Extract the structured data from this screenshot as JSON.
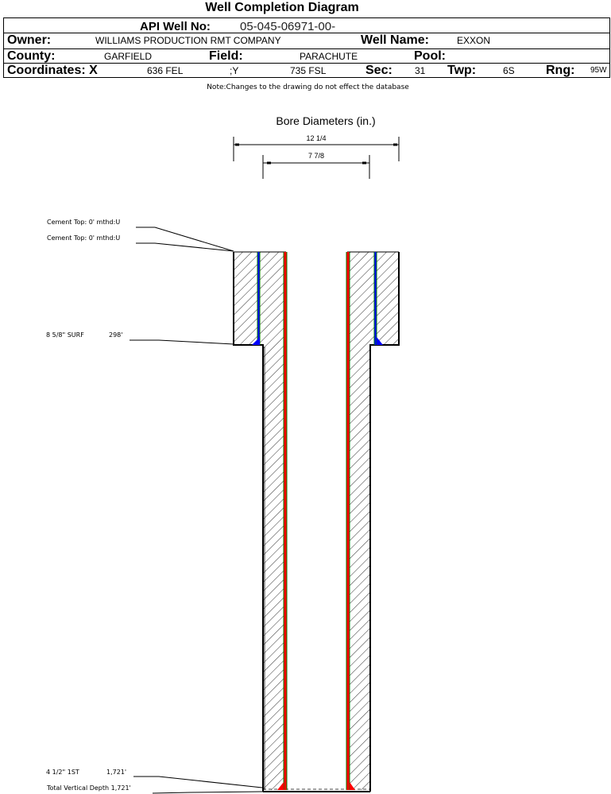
{
  "title": "Well Completion Diagram",
  "header": {
    "api_label": "API Well No:",
    "api_value": "05-045-06971-00-",
    "owner_label": "Owner:",
    "owner_value": "WILLIAMS PRODUCTION RMT COMPANY",
    "well_name_label": "Well Name:",
    "well_name_value": "EXXON",
    "county_label": "County:",
    "county_value": "GARFIELD",
    "field_label": "Field:",
    "field_value": "PARACHUTE",
    "pool_label": "Pool:",
    "pool_value": "",
    "coords_label": "Coordinates: X",
    "coord_x_value": "636 FEL",
    "coord_y_label": ";Y",
    "coord_y_value": "735 FSL",
    "sec_label": "Sec:",
    "sec_value": "31",
    "twp_label": "Twp:",
    "twp_value": "6S",
    "rng_label": "Rng:",
    "rng_value": "95W"
  },
  "note": "Note:Changes to the drawing do not effect the database",
  "diagram": {
    "bore_title": "Bore Diameters (in.)",
    "bore_diameters": [
      {
        "label": "12 1/4",
        "inches": 12.25
      },
      {
        "label": "7 7/8",
        "inches": 7.875
      }
    ],
    "annotations": {
      "cement_top_1": "Cement Top: 0' mthd:U",
      "cement_top_2": "Cement Top: 0' mthd:U",
      "surface_casing": "8 5/8\" SURF",
      "surface_depth": "298'",
      "production_casing": "4 1/2\" 1ST",
      "production_depth": "1,721'",
      "tvd": "Total Vertical Depth 1,721'"
    },
    "casings": [
      {
        "name": "8 5/8\" SURF",
        "depth_ft": 298,
        "color": "#0000ff"
      },
      {
        "name": "4 1/2\" 1ST",
        "depth_ft": 1721,
        "color": "#ff0000"
      }
    ],
    "total_depth_ft": 1721,
    "colors": {
      "surface_casing": "#0000ff",
      "production_casing": "#ff0000",
      "casing_outline": "#008000"
    }
  }
}
